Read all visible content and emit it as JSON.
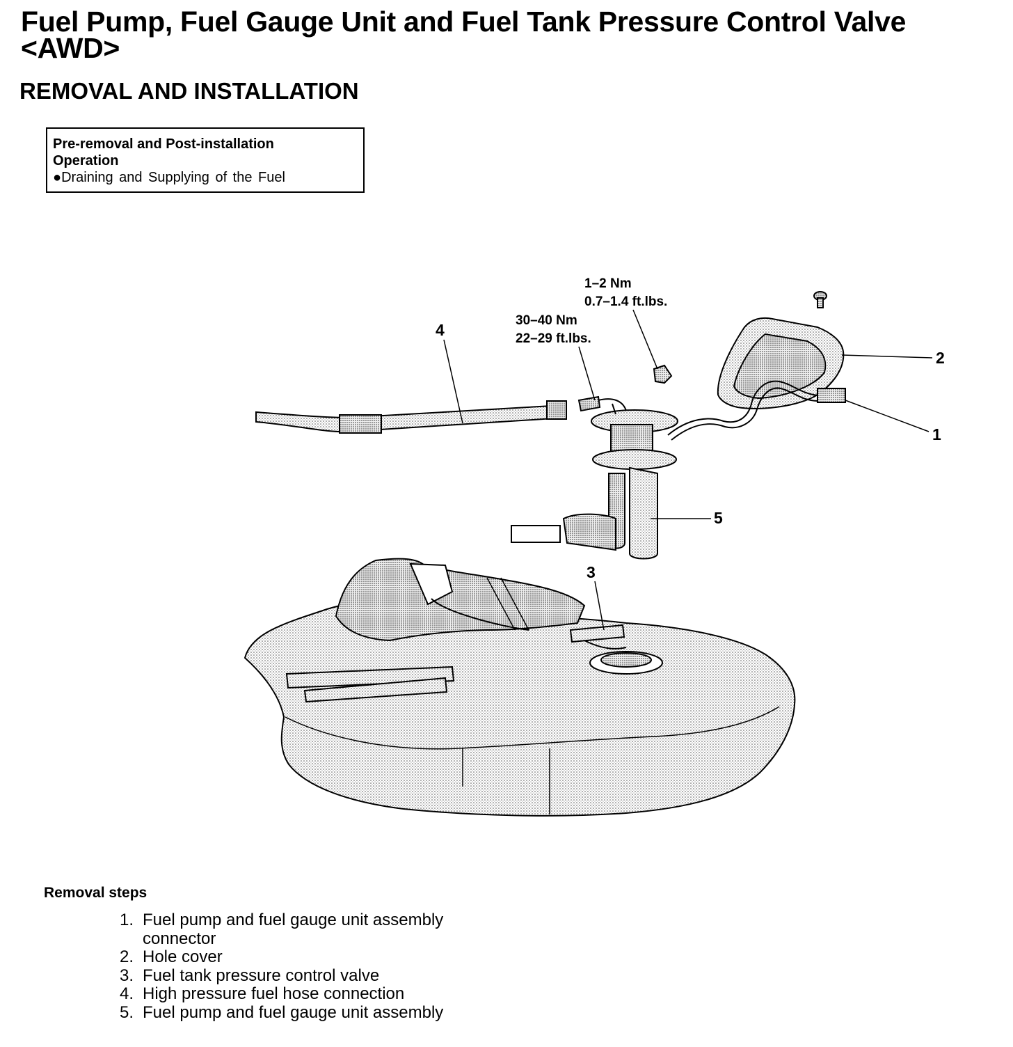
{
  "header": {
    "title_line1": "Fuel Pump, Fuel Gauge Unit and Fuel Tank Pressure Control Valve",
    "title_line2": "<AWD>",
    "section": "REMOVAL AND INSTALLATION"
  },
  "pre_box": {
    "heading_line1": "Pre-removal and Post-installation",
    "heading_line2": "Operation",
    "item": "●Draining and Supplying of the Fuel"
  },
  "diagram": {
    "callouts": [
      "1",
      "2",
      "3",
      "4",
      "5"
    ],
    "torque_small": {
      "line1": "1–2 Nm",
      "line2": "0.7–1.4 ft.lbs."
    },
    "torque_large": {
      "line1": "30–40 Nm",
      "line2": "22–29 ft.lbs."
    }
  },
  "removal": {
    "title": "Removal steps",
    "steps": [
      {
        "num": "1.",
        "line1": "Fuel pump and fuel gauge unit assembly",
        "line2": "connector"
      },
      {
        "num": "2.",
        "line1": "Hole cover"
      },
      {
        "num": "3.",
        "line1": "Fuel tank pressure control valve"
      },
      {
        "num": "4.",
        "line1": "High pressure fuel hose connection"
      },
      {
        "num": "5.",
        "line1": "Fuel pump and fuel gauge unit assembly"
      }
    ]
  }
}
